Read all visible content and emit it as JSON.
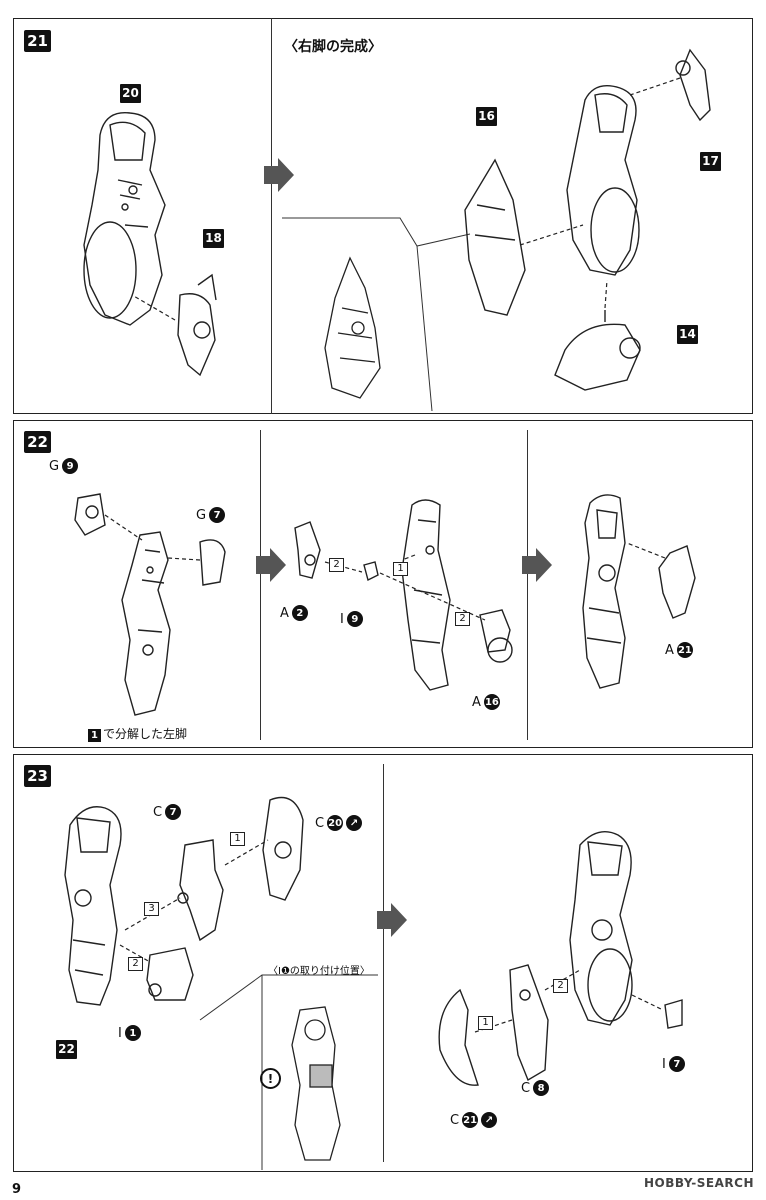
{
  "steps": {
    "s21": {
      "num": "21",
      "subtitle": "〈右脚の完成〉",
      "parts": {
        "p20": "20",
        "p18": "18",
        "p16": "16",
        "p17": "17",
        "p14": "14"
      }
    },
    "s22": {
      "num": "22",
      "note_num": "1",
      "note_text": "で分解した左脚",
      "runners": {
        "g9_letter": "G",
        "g9_num": "9",
        "g7_letter": "G",
        "g7_num": "7",
        "a2_letter": "A",
        "a2_num": "2",
        "i9_letter": "I",
        "i9_num": "9",
        "a16_letter": "A",
        "a16_num": "16",
        "a21_letter": "A",
        "a21_num": "21"
      },
      "order": {
        "o1": "1",
        "o2a": "2",
        "o2b": "2"
      }
    },
    "s23": {
      "num": "23",
      "part22": "22",
      "callout": "〈I❶の取り付け位置〉",
      "runners": {
        "c7_letter": "C",
        "c7_num": "7",
        "c20_letter": "C",
        "c20_num": "20",
        "i1_letter": "I",
        "i1_num": "1",
        "c21_letter": "C",
        "c21_num": "21",
        "c8_letter": "C",
        "c8_num": "8",
        "i7_letter": "I",
        "i7_num": "7"
      },
      "order": {
        "o1a": "1",
        "o2a": "2",
        "o3": "3",
        "o1b": "1",
        "o2b": "2"
      }
    }
  },
  "footer": {
    "page": "9",
    "watermark": "HOBBY-SEARCH"
  }
}
